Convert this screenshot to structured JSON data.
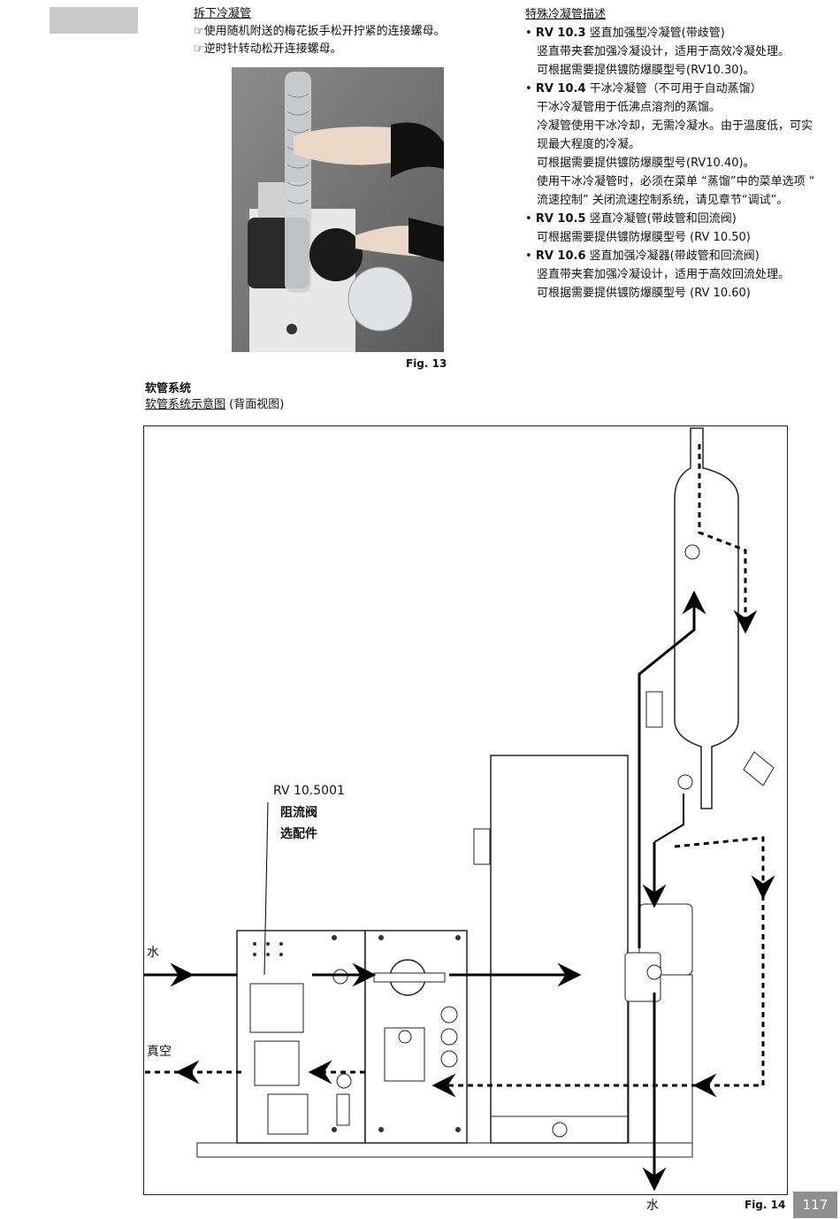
{
  "left": {
    "heading": "拆下冷凝管",
    "steps": [
      "☞使用随机附送的梅花扳手松开拧紧的连接螺母。",
      "☞逆时针转动松开连接螺母。"
    ]
  },
  "right": {
    "heading": "特殊冷凝管描述",
    "items": [
      {
        "code": "RV 10.3",
        "title": "竖直加强型冷凝管(带歧管)",
        "lines": [
          "竖直带夹套加强冷凝设计，适用于高效冷凝处理。",
          "可根据需要提供镀防爆膜型号(RV10.30)。"
        ]
      },
      {
        "code": "RV 10.4",
        "title": "干冰冷凝管（不可用于自动蒸馏）",
        "lines": [
          "干冰冷凝管用于低沸点溶剂的蒸馏。",
          "冷凝管使用干冰冷却，无需冷凝水。由于温度低，可实",
          "现最大程度的冷凝。",
          "可根据需要提供镀防爆膜型号(RV10.40)。",
          "使用干冰冷凝管时，必须在菜单 “蒸馏”中的菜单选项 “",
          "流速控制” 关闭流速控制系统，请见章节“调试”。"
        ]
      },
      {
        "code": "RV 10.5",
        "title": "竖直冷凝管(带歧管和回流阀)",
        "lines": [
          "可根据需要提供镀防爆膜型号 (RV 10.50)"
        ]
      },
      {
        "code": "RV 10.6",
        "title": "竖直加强冷凝器(带歧管和回流阀)",
        "lines": [
          "竖直带夹套加强冷凝设计，适用于高效回流处理。",
          "可根据需要提供镀防爆膜型号 (RV 10.60)"
        ]
      }
    ]
  },
  "fig13": "Fig. 13",
  "section": {
    "title": "软管系统",
    "subtitle_underlined": "软管系统示意图",
    "subtitle_rest": " (背面视图)"
  },
  "fig14": {
    "caption": "Fig. 14",
    "valve_label_1": "RV 10.5001",
    "valve_label_2": "阻流阀",
    "valve_label_3": "选配件",
    "water_in": "水",
    "vacuum": "真空",
    "water_out": "水"
  },
  "page_number": "117"
}
